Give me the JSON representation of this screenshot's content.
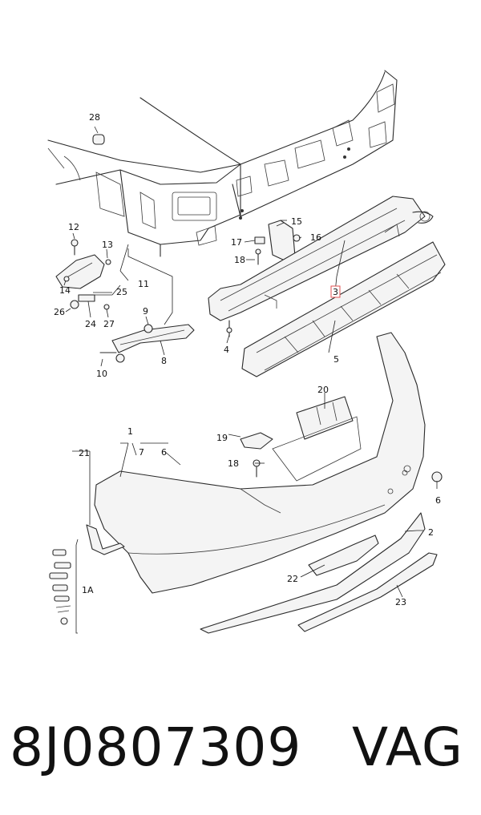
{
  "callouts": {
    "c28": "28",
    "c12": "12",
    "c13": "13",
    "c25": "25",
    "c11": "11",
    "c14": "14",
    "c26": "26",
    "c24": "24",
    "c27": "27",
    "c9": "9",
    "c10": "10",
    "c8": "8",
    "c15": "15",
    "c16": "16",
    "c17": "17",
    "c18a": "18",
    "c4": "4",
    "c3": "3",
    "c5": "5",
    "c20": "20",
    "c19": "19",
    "c18b": "18",
    "c1": "1",
    "c21": "21",
    "c7": "7",
    "c6a": "6",
    "c6b": "6",
    "c2": "2",
    "c22": "22",
    "c23": "23",
    "c1A": "1A"
  },
  "caption": {
    "part_number": "8J0807309",
    "brand": "VAG"
  }
}
